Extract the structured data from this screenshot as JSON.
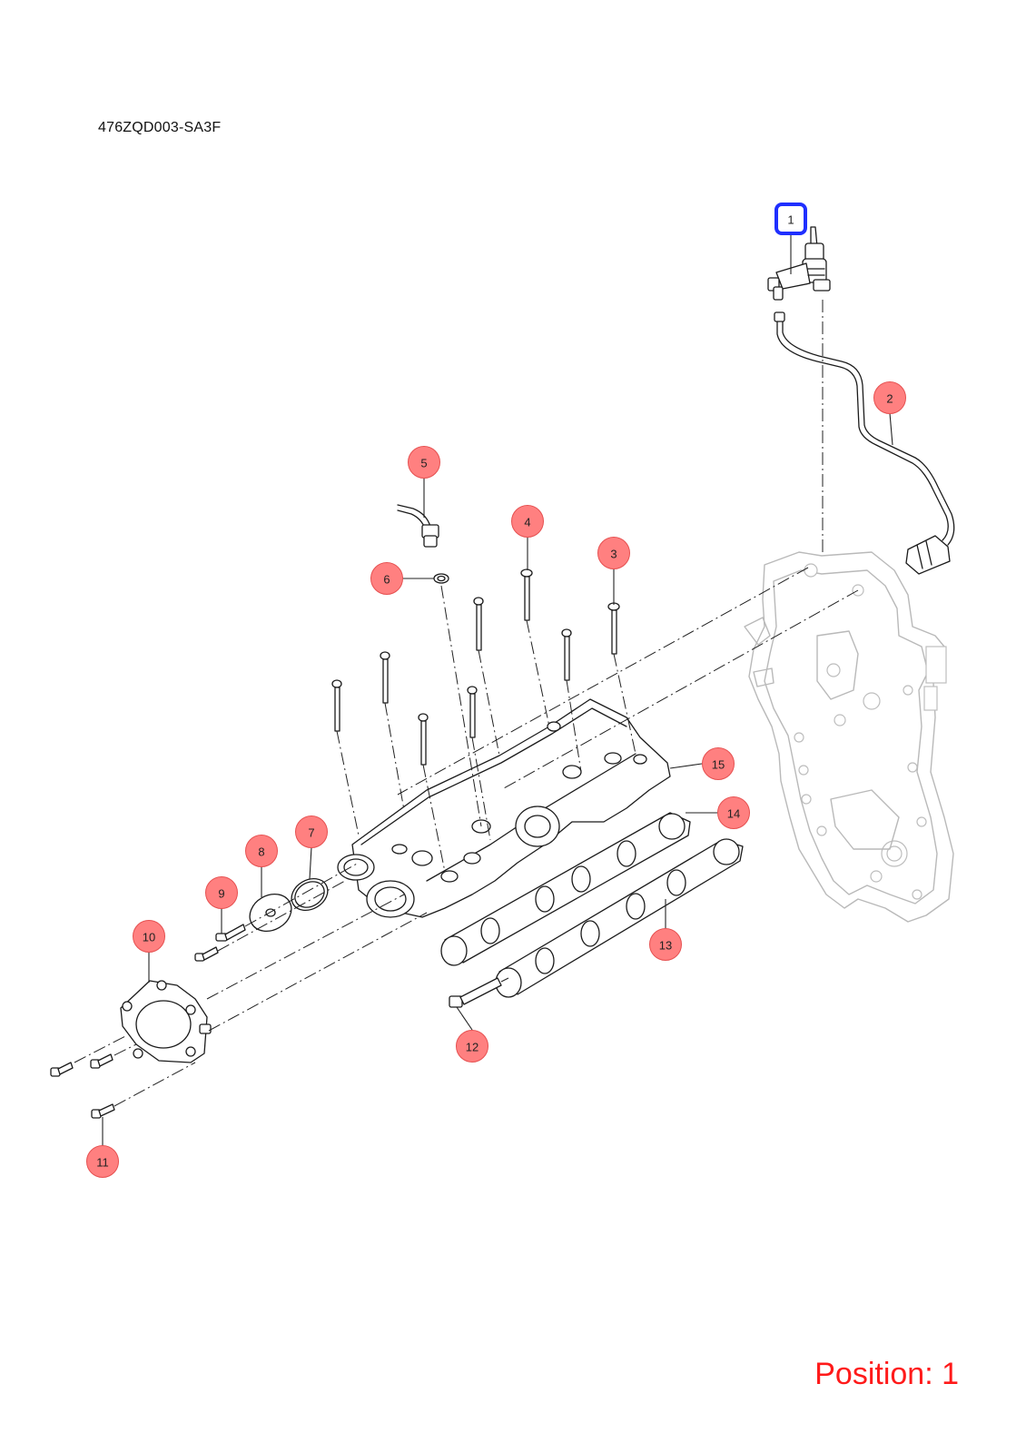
{
  "diagram_code": "476ZQD003-SA3F",
  "status": {
    "position_text": "Position: 1",
    "color": "#ff1a1a"
  },
  "selected_marker": "1",
  "marker_colors": {
    "default": "#ff8080",
    "selected_outline": "#1f2fff"
  },
  "markers": [
    {
      "id": "1",
      "label": "1"
    },
    {
      "id": "2",
      "label": "2"
    },
    {
      "id": "3",
      "label": "3"
    },
    {
      "id": "4",
      "label": "4"
    },
    {
      "id": "5",
      "label": "5"
    },
    {
      "id": "6",
      "label": "6"
    },
    {
      "id": "7",
      "label": "7"
    },
    {
      "id": "8",
      "label": "8"
    },
    {
      "id": "9",
      "label": "9"
    },
    {
      "id": "10",
      "label": "10"
    },
    {
      "id": "11",
      "label": "11"
    },
    {
      "id": "12",
      "label": "12"
    },
    {
      "id": "13",
      "label": "13"
    },
    {
      "id": "14",
      "label": "14"
    },
    {
      "id": "15",
      "label": "15"
    }
  ]
}
